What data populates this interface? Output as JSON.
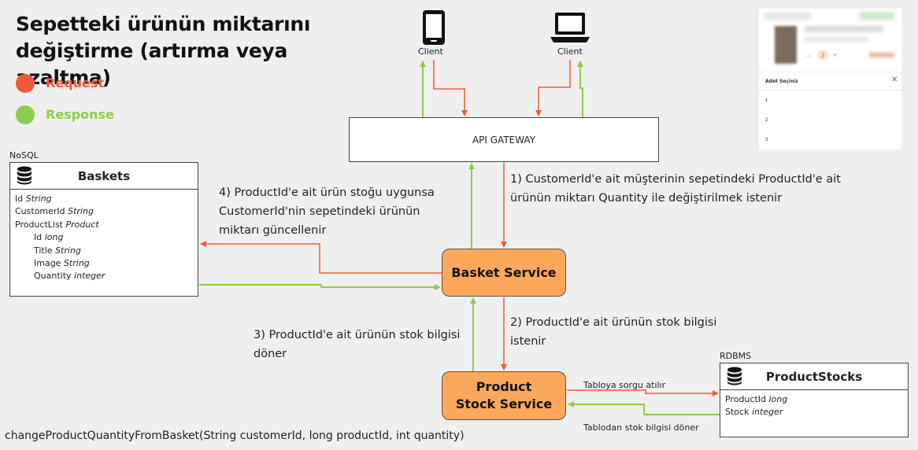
{
  "title": "Sepetteki ürünün miktarını değiştirme (artırma veya azaltma)",
  "legend": {
    "request": {
      "label": "Request",
      "color": "#f05a3c"
    },
    "response": {
      "label": "Response",
      "color": "#8ccd4e"
    }
  },
  "clients": {
    "mobile_label": "Client",
    "desktop_label": "Client"
  },
  "api_gateway": {
    "label": "API GATEWAY"
  },
  "basket_service": {
    "label": "Basket Service"
  },
  "product_stock_service": {
    "label": "Product Stock Service"
  },
  "baskets_entity": {
    "store_type": "NoSQL",
    "name": "Baskets",
    "fields": [
      {
        "name": "Id",
        "type": "String",
        "indent": false
      },
      {
        "name": "CustomerId",
        "type": "String",
        "indent": false
      },
      {
        "name": "ProductList",
        "type": "Product",
        "indent": false
      },
      {
        "name": "Id",
        "type": "long",
        "indent": true
      },
      {
        "name": "Title",
        "type": "String",
        "indent": true
      },
      {
        "name": "Image",
        "type": "String",
        "indent": true
      },
      {
        "name": "Quantity",
        "type": "integer",
        "indent": true
      }
    ]
  },
  "product_stocks_entity": {
    "store_type": "RDBMS",
    "name": "ProductStocks",
    "fields": [
      {
        "name": "ProductId",
        "type": "long"
      },
      {
        "name": "Stock",
        "type": "integer"
      }
    ]
  },
  "steps": {
    "step1": "1) CustomerId'e ait müşterinin sepetindeki ProductId'e ait ürünün miktarı Quantity ile değiştirilmek istenir",
    "step2": "2) ProductId'e ait ürünün stok bilgisi istenir",
    "step3": "3) ProductId'e ait ürünün stok bilgisi döner",
    "step4": "4) ProductId'e ait ürün stoğu uygunsa CustomerId'nin sepetindeki ürünün miktarı güncellenir"
  },
  "db_labels": {
    "query": "Tabloya sorgu atılır",
    "response": "Tablodan stok bilgisi döner"
  },
  "signature": "changeProductQuantityFromBasket(String customerId, long productId, int quantity)",
  "mini_ui": {
    "popup_title": "Adet Seçiniz",
    "close_symbol": "✕",
    "options": [
      "1",
      "2",
      "3"
    ],
    "stepper_minus": "−",
    "stepper_value": "3",
    "stepper_plus": "+"
  }
}
